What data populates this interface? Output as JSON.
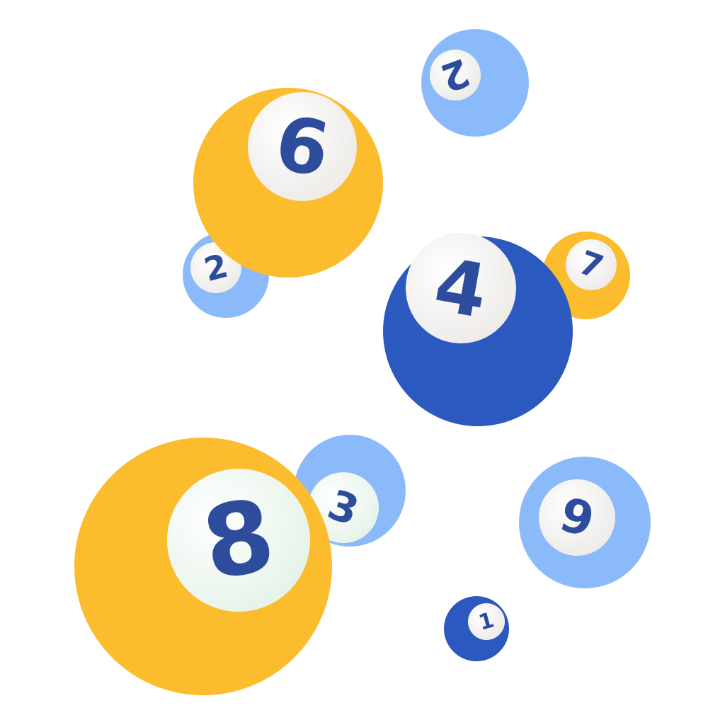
{
  "colors": {
    "background": "#ffffff",
    "light_blue": "#8bbafa",
    "dark_blue": "#2c59bf",
    "yellow": "#fbbc2d",
    "face": "#f8f6f4",
    "number": "#2d4d9c"
  },
  "balls": [
    {
      "number": "2",
      "color": "light_blue"
    },
    {
      "number": "2",
      "color": "light_blue"
    },
    {
      "number": "6",
      "color": "yellow"
    },
    {
      "number": "7",
      "color": "yellow"
    },
    {
      "number": "4",
      "color": "dark_blue"
    },
    {
      "number": "3",
      "color": "light_blue"
    },
    {
      "number": "8",
      "color": "yellow"
    },
    {
      "number": "9",
      "color": "light_blue"
    },
    {
      "number": "1",
      "color": "dark_blue"
    }
  ]
}
